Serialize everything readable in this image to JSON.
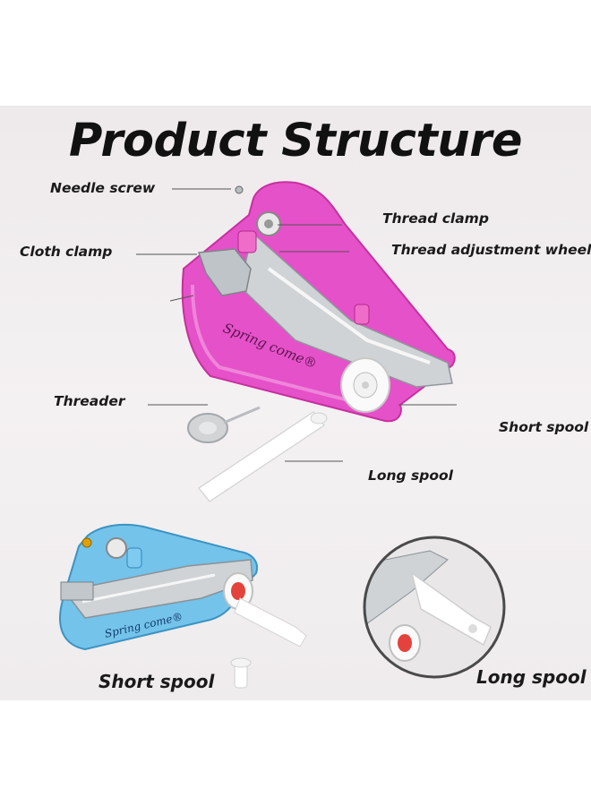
{
  "title": "Product Structure",
  "brand": "Spring come®",
  "labels": {
    "needle_screw": "Needle screw",
    "cloth_clamp": "Cloth clamp",
    "thread_clamp": "Thread clamp",
    "thread_adjustment_wheel": "Thread adjustment wheel",
    "threader": "Threader",
    "short_spool": "Short spool",
    "long_spool": "Long spool"
  },
  "captions": {
    "short_spool": "Short spool",
    "long_spool": "Long spool"
  },
  "colors": {
    "pink_machine": "#e551c8",
    "blue_machine": "#74c3ea",
    "text": "#1a1a1a"
  }
}
